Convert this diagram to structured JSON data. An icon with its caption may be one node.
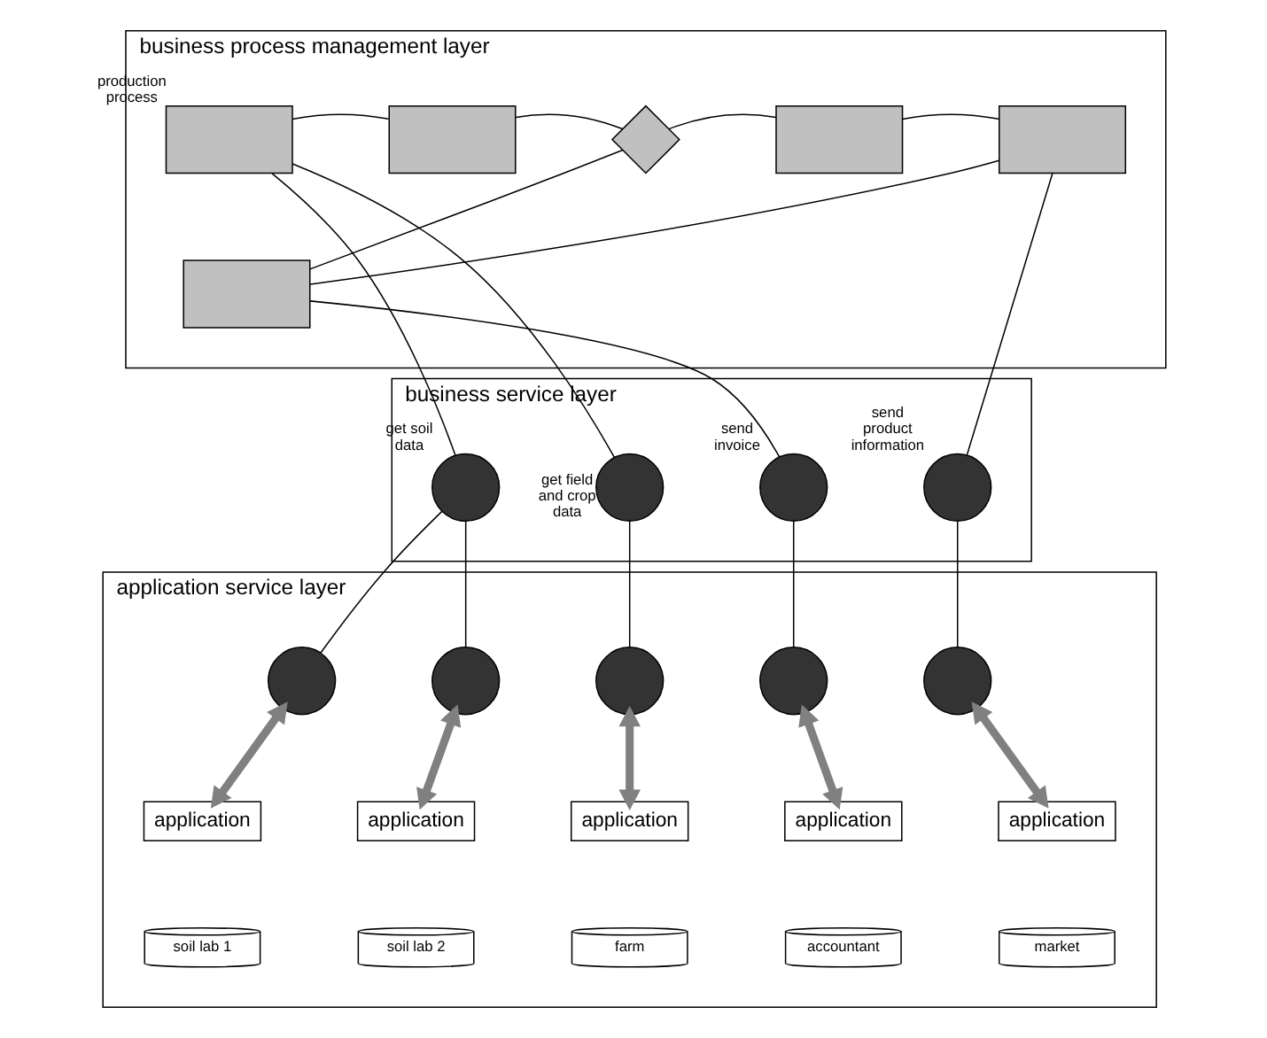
{
  "diagram": {
    "nodes": [
      {
        "text": [
          "business process management layer"
        ]
      },
      {
        "text": [],
        "shape": "box",
        "beside": [
          "production process"
        ],
        "in": 0
      },
      {
        "text": [],
        "shape": "box",
        "in": 0
      },
      {
        "text": [],
        "shape": "diamond",
        "in": 0
      },
      {
        "text": [],
        "shape": "box",
        "in": 0
      },
      {
        "text": [],
        "shape": "box",
        "in": 0
      },
      {
        "text": [],
        "shape": "box",
        "in": 0
      },
      {
        "text": [
          "business service layer"
        ]
      },
      {
        "text": [],
        "shape": "circle",
        "beside": [
          "get soil data"
        ],
        "in": 7
      },
      {
        "text": [],
        "shape": "circle",
        "beside": [
          "get field and crop data"
        ],
        "in": 7
      },
      {
        "text": [],
        "shape": "circle",
        "beside": [
          "send invoice"
        ],
        "in": 7
      },
      {
        "text": [],
        "shape": "circle",
        "beside": [
          "send product information"
        ],
        "in": 7
      },
      {
        "text": [
          "application service layer"
        ]
      },
      {
        "text": [],
        "shape": "circle",
        "in": 12
      },
      {
        "text": [],
        "shape": "circle",
        "in": 12
      },
      {
        "text": [],
        "shape": "circle",
        "in": 12
      },
      {
        "text": [],
        "shape": "circle",
        "in": 12
      },
      {
        "text": [],
        "shape": "circle",
        "in": 12
      },
      {
        "text": [
          "application"
        ],
        "in": 12
      },
      {
        "text": [
          "application"
        ],
        "in": 12
      },
      {
        "text": [
          "application"
        ],
        "in": 12
      },
      {
        "text": [
          "application"
        ],
        "in": 12
      },
      {
        "text": [
          "application"
        ],
        "in": 12
      },
      {
        "text": [
          "soil lab 1"
        ],
        "in": 12
      },
      {
        "text": [
          "soil lab 2"
        ],
        "in": 12
      },
      {
        "text": [
          "farm"
        ],
        "in": 12
      },
      {
        "text": [
          "accountant"
        ],
        "in": 12
      },
      {
        "text": [
          "market"
        ],
        "in": 12
      }
    ],
    "edges": [
      {
        "from": 1,
        "to": 2,
        "arrow": "none"
      },
      {
        "from": 2,
        "to": 3,
        "arrow": "none"
      },
      {
        "from": 3,
        "to": 4,
        "arrow": "none"
      },
      {
        "from": 3,
        "to": 6,
        "arrow": "none"
      },
      {
        "from": 4,
        "to": 5,
        "arrow": "none"
      },
      {
        "from": 6,
        "to": 5,
        "arrow": "none"
      },
      {
        "from": 1,
        "to": 8,
        "arrow": "none"
      },
      {
        "from": 1,
        "to": 9,
        "arrow": "none"
      },
      {
        "from": 6,
        "to": 10,
        "arrow": "none"
      },
      {
        "from": 5,
        "to": 11,
        "arrow": "none"
      },
      {
        "from": 8,
        "to": 13,
        "arrow": "none"
      },
      {
        "from": 8,
        "to": 14,
        "arrow": "none"
      },
      {
        "from": 9,
        "to": 15,
        "arrow": "none"
      },
      {
        "from": 10,
        "to": 16,
        "arrow": "none"
      },
      {
        "from": 11,
        "to": 17,
        "arrow": "none"
      },
      {
        "from": 13,
        "to": 18,
        "arrow": "both",
        "style": "thick",
        "color": "#808080"
      },
      {
        "from": 14,
        "to": 19,
        "arrow": "both",
        "style": "thick",
        "color": "#808080"
      },
      {
        "from": 15,
        "to": 20,
        "arrow": "both",
        "style": "thick",
        "color": "#808080"
      },
      {
        "from": 16,
        "to": 21,
        "arrow": "both",
        "style": "thick",
        "color": "#808080"
      },
      {
        "from": 17,
        "to": 22,
        "arrow": "both",
        "style": "thick",
        "color": "#808080"
      }
    ]
  }
}
